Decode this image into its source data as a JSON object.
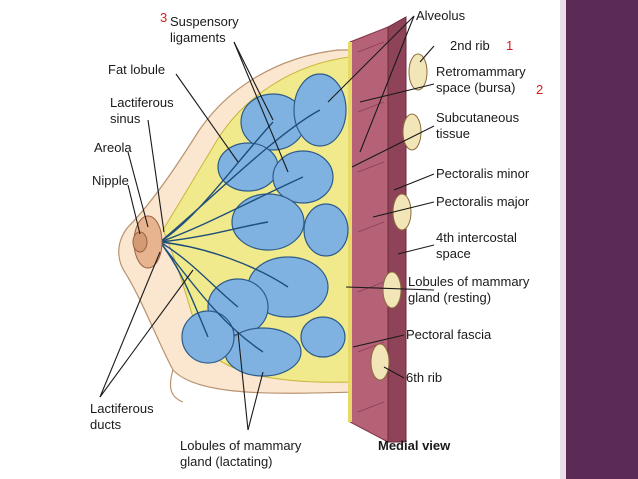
{
  "labels": {
    "suspensory": [
      "Suspensory",
      "ligaments"
    ],
    "fat_lobule": "Fat lobule",
    "lactiferous_sinus": [
      "Lactiferous",
      "sinus"
    ],
    "areola": "Areola",
    "nipple": "Nipple",
    "lactiferous_ducts": [
      "Lactiferous",
      "ducts"
    ],
    "lobules_lactating": [
      "Lobules of mammary",
      "gland (lactating)"
    ],
    "alveolus": "Alveolus",
    "rib2": "2nd rib",
    "retromammary": [
      "Retromammary",
      "space (bursa)"
    ],
    "subcutaneous": [
      "Subcutaneous",
      "tissue"
    ],
    "pec_minor": "Pectoralis minor",
    "pec_major": "Pectoralis major",
    "intercostal": [
      "4th intercostal",
      "space"
    ],
    "lobules_resting": [
      "Lobules of mammary",
      "gland (resting)"
    ],
    "pectoral_fascia": "Pectoral fascia",
    "rib6": "6th rib",
    "medial_view": "Medial view"
  },
  "annotations": {
    "n1": "1",
    "n2": "2",
    "n3": "3"
  },
  "colors": {
    "lobule_blue": "#7fb2e0",
    "fat_yellow": "#f1ea8c",
    "muscle": "#a8576c",
    "skin": "#fbe6cf",
    "annotation_red": "#d0201c",
    "slide_bar": "#5b2a55"
  }
}
